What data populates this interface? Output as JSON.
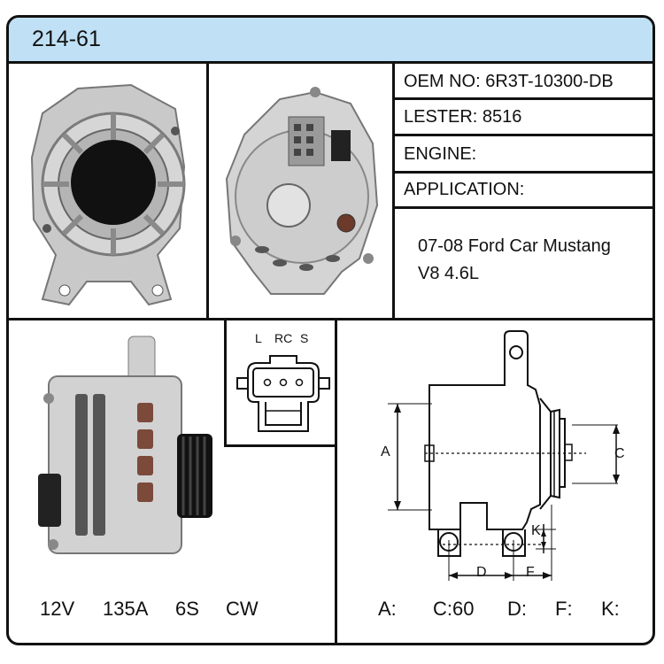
{
  "header": {
    "part_no": "214-61"
  },
  "specs": {
    "oem": "OEM NO: 6R3T-10300-DB",
    "lester": "LESTER: 8516",
    "engine": "ENGINE:",
    "application_label": "APPLICATION:",
    "application_line1": "07-08 Ford Car Mustang",
    "application_line2": "V8 4.6L"
  },
  "connector": {
    "pin_l": "L",
    "pin_rc": "RC",
    "pin_s": "S"
  },
  "electrical": {
    "voltage": "12V",
    "amperage": "135A",
    "pulley": "6S",
    "rotation": "CW"
  },
  "diagram": {
    "label_a": "A",
    "label_c": "C",
    "label_d": "D",
    "label_f": "F",
    "label_k": "K"
  },
  "dimensions": {
    "a": "A:",
    "c": "C:60",
    "d": "D:",
    "f": "F:",
    "k": "K:"
  }
}
